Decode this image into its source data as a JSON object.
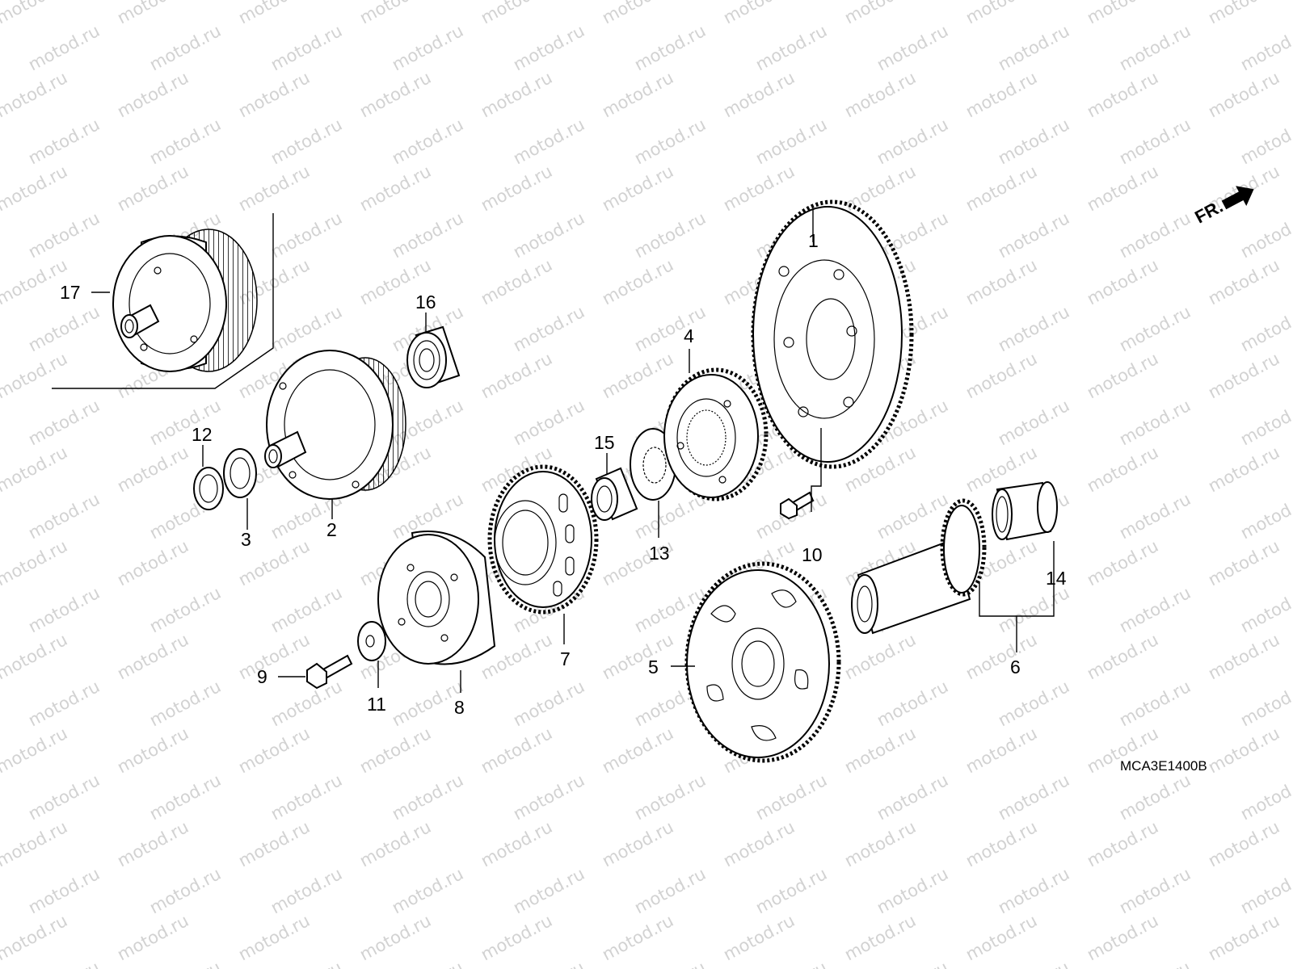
{
  "watermark": "motod.ru",
  "front_indicator": "FR.",
  "diagram_code": "MCA3E1400B",
  "callouts": {
    "c1": "1",
    "c2": "2",
    "c3": "3",
    "c4": "4",
    "c5": "5",
    "c6": "6",
    "c7": "7",
    "c8": "8",
    "c9": "9",
    "c10": "10",
    "c11": "11",
    "c12": "12",
    "c13": "13",
    "c14": "14",
    "c15": "15",
    "c16": "16",
    "c17": "17"
  }
}
